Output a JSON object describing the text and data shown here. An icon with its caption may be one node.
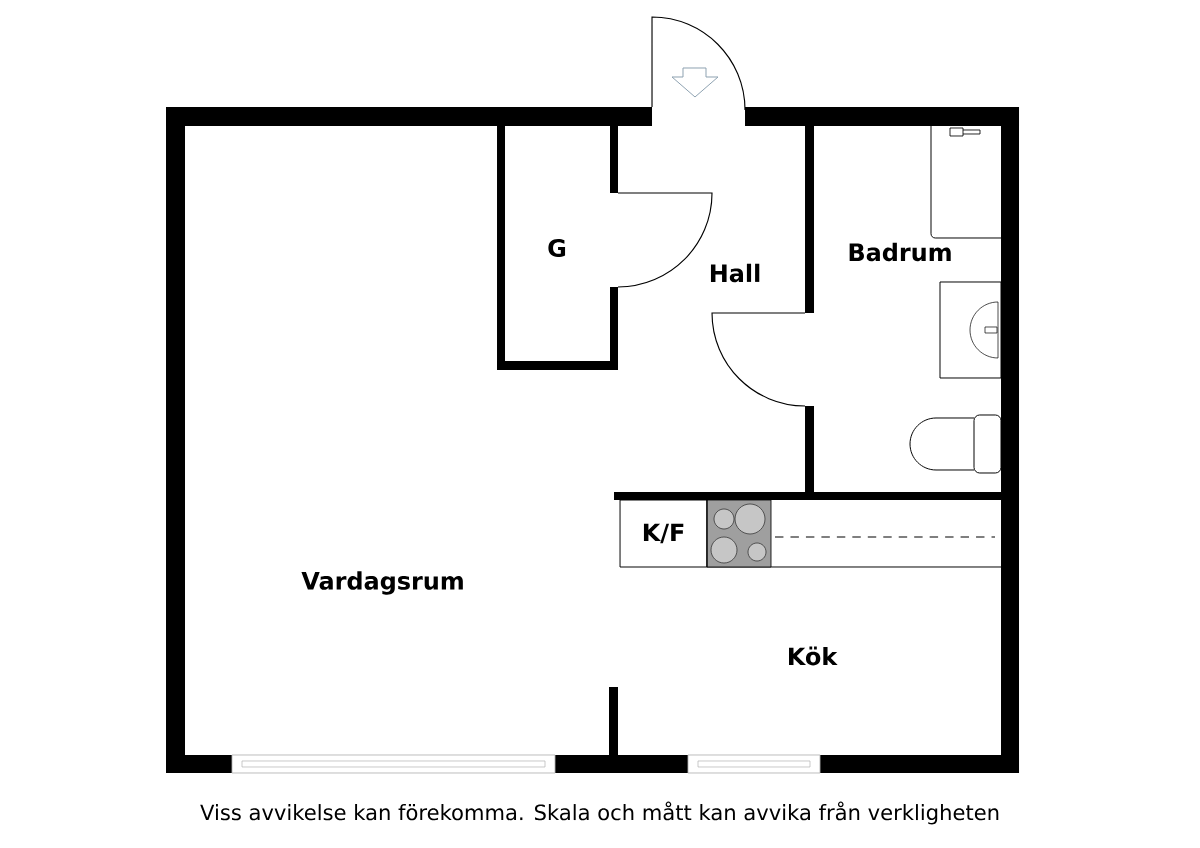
{
  "diagram": {
    "caption": "Viss avvikelse kan förekomma. Skala och mått kan avvika från verkligheten",
    "nodes": [
      {
        "text": [
          "K/F"
        ]
      }
    ],
    "labels": [
      "G",
      "Hall",
      "Badrum",
      "Vardagsrum",
      "Kök"
    ]
  }
}
